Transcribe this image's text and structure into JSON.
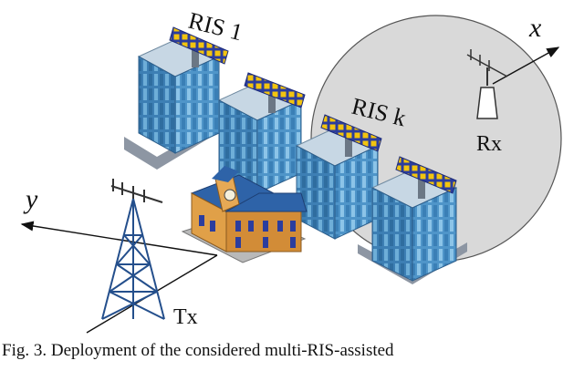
{
  "labels": {
    "ris_1": "RIS 1",
    "ris_k": "RIS k",
    "rx": "Rx",
    "tx": "Tx",
    "axis_x": "x",
    "axis_y": "y"
  },
  "caption": "Fig. 3. Deployment of the considered multi-RIS-assisted",
  "colors": {
    "coverage_disk": "#d9d9d9",
    "building_glass": "#4f95c9",
    "ris_panel": "#f2c40f",
    "ris_frame": "#2b3d9e",
    "tower": "#244f8c",
    "hall_roof": "#2e63a8",
    "hall_wall": "#e0a048"
  },
  "icons": [
    "ris-panel-icon",
    "building-icon",
    "town-hall-icon",
    "tx-tower-icon",
    "rx-antenna-icon"
  ]
}
